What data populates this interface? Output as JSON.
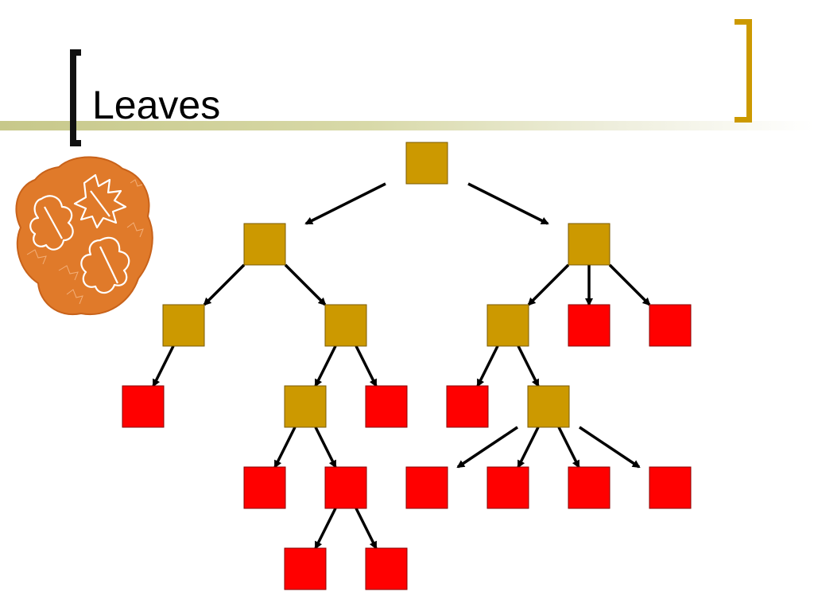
{
  "slide": {
    "title": "Leaves"
  },
  "colors": {
    "internal_node": "#cc9900",
    "leaf_node": "#ff0000",
    "edge": "#000000",
    "bracket_left": "#111111",
    "bracket_right": "#cc9900",
    "clipart_fill": "#e07a2a"
  },
  "tree": {
    "nodes": [
      {
        "id": "n0",
        "type": "internal"
      },
      {
        "id": "n1",
        "type": "internal"
      },
      {
        "id": "n2",
        "type": "internal"
      },
      {
        "id": "n3",
        "type": "internal"
      },
      {
        "id": "n4",
        "type": "internal"
      },
      {
        "id": "n5",
        "type": "internal"
      },
      {
        "id": "n6",
        "type": "leaf"
      },
      {
        "id": "n7",
        "type": "leaf"
      },
      {
        "id": "n8",
        "type": "leaf"
      },
      {
        "id": "n9",
        "type": "internal"
      },
      {
        "id": "n10",
        "type": "leaf"
      },
      {
        "id": "n11",
        "type": "leaf"
      },
      {
        "id": "n12",
        "type": "internal"
      },
      {
        "id": "n13",
        "type": "leaf"
      },
      {
        "id": "n14",
        "type": "leaf"
      },
      {
        "id": "n15",
        "type": "leaf"
      },
      {
        "id": "n16",
        "type": "leaf"
      },
      {
        "id": "n17",
        "type": "leaf"
      },
      {
        "id": "n18",
        "type": "leaf"
      },
      {
        "id": "n19",
        "type": "leaf"
      },
      {
        "id": "n20",
        "type": "leaf"
      }
    ],
    "edges": [
      [
        "n0",
        "n1"
      ],
      [
        "n0",
        "n2"
      ],
      [
        "n1",
        "n3"
      ],
      [
        "n1",
        "n4"
      ],
      [
        "n2",
        "n5"
      ],
      [
        "n2",
        "n6"
      ],
      [
        "n2",
        "n7"
      ],
      [
        "n3",
        "n8"
      ],
      [
        "n4",
        "n9"
      ],
      [
        "n4",
        "n10"
      ],
      [
        "n5",
        "n11"
      ],
      [
        "n5",
        "n12"
      ],
      [
        "n9",
        "n13"
      ],
      [
        "n9",
        "n14"
      ],
      [
        "n12",
        "n15"
      ],
      [
        "n12",
        "n16"
      ],
      [
        "n12",
        "n17"
      ],
      [
        "n12",
        "n18"
      ],
      [
        "n14",
        "n19"
      ],
      [
        "n14",
        "n20"
      ]
    ]
  }
}
